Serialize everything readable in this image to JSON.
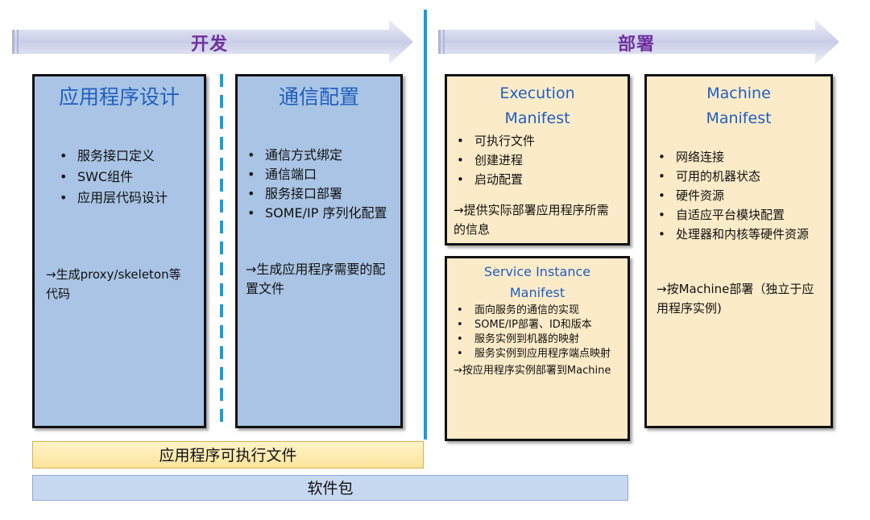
{
  "colors": {
    "accent_line": "#1f9bd8",
    "header_text": "#7030a0",
    "title_text": "#1f5fbf",
    "blue_box": "#a9c4e4",
    "cream_box": "#fcebc8",
    "exe_bar": "#fde49c",
    "pkg_bar": "#c7d9f1"
  },
  "headers": {
    "dev": "开发",
    "deploy": "部署"
  },
  "app_design": {
    "title": "应用程序设计",
    "items": [
      "服务接口定义",
      "SWC组件",
      "应用层代码设计"
    ],
    "note": "→生成proxy/skeleton等代码"
  },
  "comm_config": {
    "title": "通信配置",
    "items": [
      "通信方式绑定",
      "通信端口",
      "服务接口部署",
      "SOME/IP 序列化配置"
    ],
    "note": "→生成应用程序需要的配置文件"
  },
  "exec_manifest": {
    "title": "Execution Manifest",
    "items": [
      "可执行文件",
      "创建进程",
      "启动配置"
    ],
    "note": "→提供实际部署应用程序所需的信息"
  },
  "service_manifest": {
    "title": "Service Instance Manifest",
    "items": [
      "面向服务的通信的实现",
      "SOME/IP部署、ID和版本",
      "服务实例到机器的映射",
      "服务实例到应用程序端点映射"
    ],
    "note": "→按应用程序实例部署到Machine"
  },
  "machine_manifest": {
    "title": "Machine Manifest",
    "items": [
      "网络连接",
      "可用的机器状态",
      "硬件资源",
      "自适应平台模块配置",
      "处理器和内核等硬件资源"
    ],
    "note": "→按Machine部署（独立于应用程序实例)"
  },
  "exe_bar": "应用程序可执行文件",
  "pkg_bar": "软件包"
}
